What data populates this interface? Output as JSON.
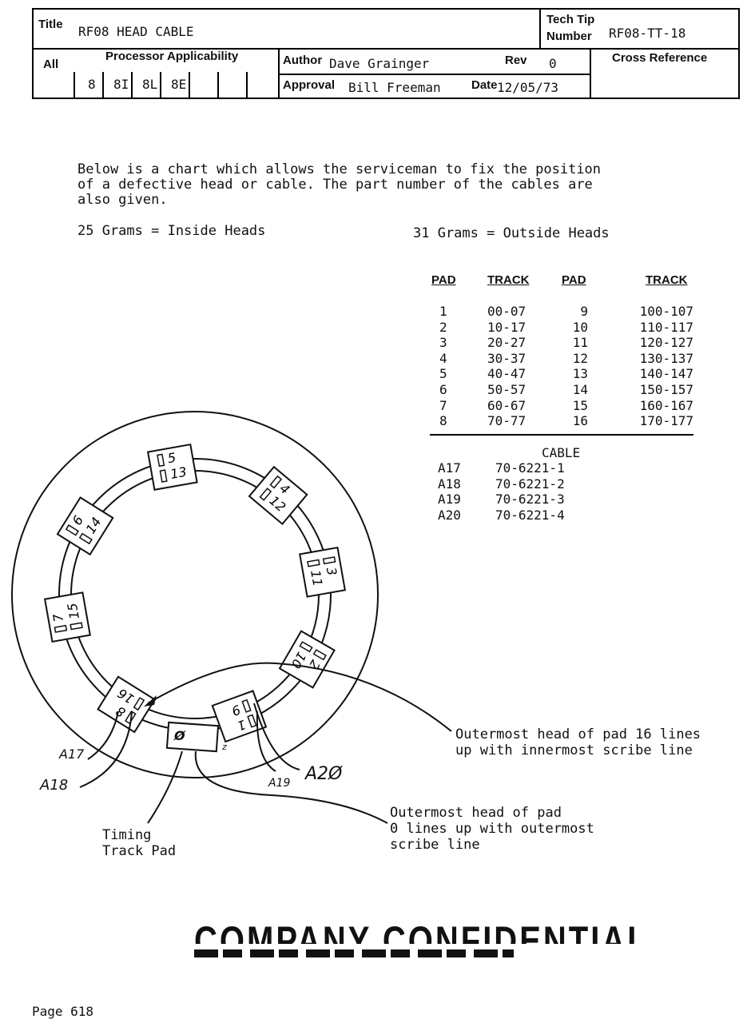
{
  "header": {
    "title_label": "Title",
    "title_value": "RF08 HEAD CABLE",
    "techtip_label_1": "Tech Tip",
    "techtip_label_2": "Number",
    "techtip_value": "RF08-TT-18",
    "all_label": "All",
    "processor_label": "Processor Applicability",
    "processors": [
      "8",
      "8I",
      "8L",
      "8E"
    ],
    "author_label": "Author",
    "author_value": "Dave Grainger",
    "rev_label": "Rev",
    "rev_value": "0",
    "crossref_label": "Cross Reference",
    "approval_label": "Approval",
    "approval_value": "Bill Freeman",
    "date_label": "Date",
    "date_value": "12/05/73"
  },
  "intro": {
    "line1": "Below is a chart which allows the serviceman to fix the position",
    "line2": "of a defective head or cable.  The part number of the cables are",
    "line3": "also given."
  },
  "grams": {
    "inside": "25 Grams = Inside Heads",
    "outside": "31 Grams = Outside Heads"
  },
  "pad_table": {
    "headers": [
      "PAD",
      "TRACK",
      "PAD",
      "TRACK"
    ],
    "rows": [
      [
        "1",
        "00-07",
        "9",
        "100-107"
      ],
      [
        "2",
        "10-17",
        "10",
        "110-117"
      ],
      [
        "3",
        "20-27",
        "11",
        "120-127"
      ],
      [
        "4",
        "30-37",
        "12",
        "130-137"
      ],
      [
        "5",
        "40-47",
        "13",
        "140-147"
      ],
      [
        "6",
        "50-57",
        "14",
        "150-157"
      ],
      [
        "7",
        "60-67",
        "15",
        "160-167"
      ],
      [
        "8",
        "70-77",
        "16",
        "170-177"
      ]
    ]
  },
  "cable_table": {
    "header": "CABLE",
    "rows": [
      [
        "A17",
        "70-6221-1"
      ],
      [
        "A18",
        "70-6221-2"
      ],
      [
        "A19",
        "70-6221-3"
      ],
      [
        "A20",
        "70-6221-4"
      ]
    ]
  },
  "diagram": {
    "pads": [
      {
        "a": "5",
        "b": "13"
      },
      {
        "a": "4",
        "b": "12"
      },
      {
        "a": "3",
        "b": "11"
      },
      {
        "a": "2",
        "b": "10"
      },
      {
        "a": "1",
        "b": "9"
      },
      {
        "a": "8",
        "b": "16"
      },
      {
        "a": "7",
        "b": "15"
      },
      {
        "a": "6",
        "b": "14"
      }
    ],
    "timing_pad": "Ø",
    "cable_labels": [
      "A17",
      "A18",
      "A19",
      "A2Ø"
    ],
    "callout_16_line1": "Outermost head of pad 16 lines",
    "callout_16_line2": "up with innermost scribe line",
    "callout_0_line1": "Outermost head of pad",
    "callout_0_line2": "0 lines up with outermost",
    "callout_0_line3": "scribe line",
    "timing_line1": "Timing",
    "timing_line2": "Track Pad"
  },
  "footer": {
    "confidential": "COMPANY CONFIDENTIAL",
    "page": "Page 618"
  }
}
